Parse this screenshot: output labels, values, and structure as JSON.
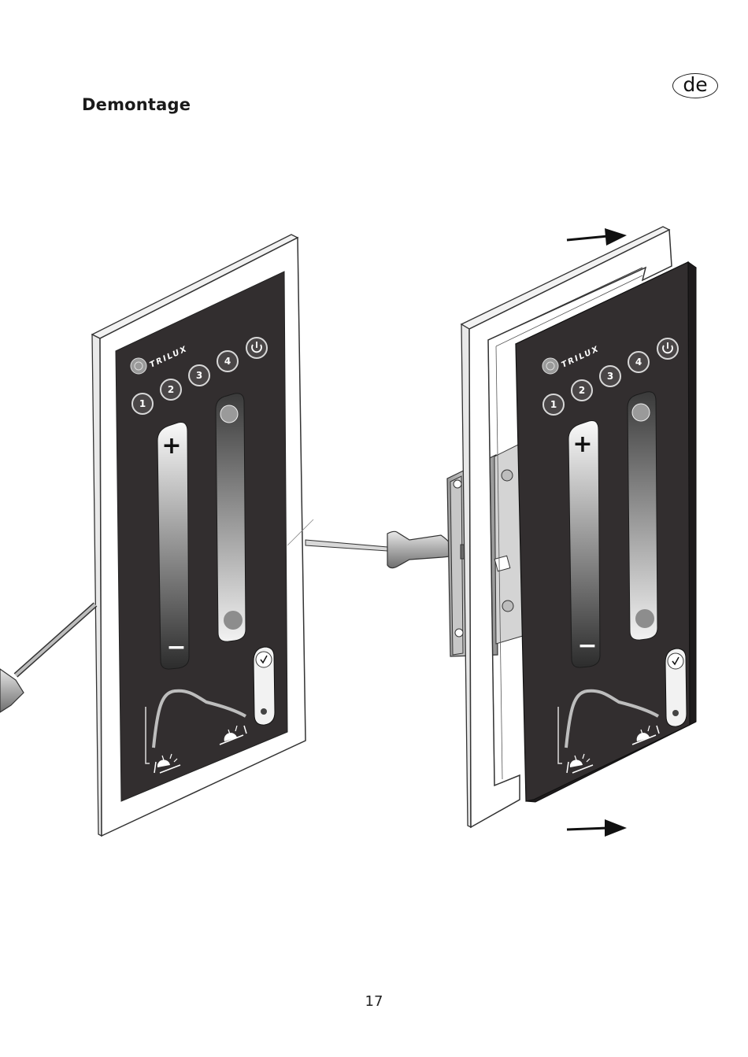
{
  "header": {
    "title": "Demontage",
    "language_badge": "de"
  },
  "illustration": {
    "brand": "TRILUX",
    "scene_buttons": [
      "1",
      "2",
      "3",
      "4"
    ],
    "power_icon": "power-icon",
    "dimmer_plus": "+",
    "dimmer_minus": "−",
    "icons": [
      "screwdriver-icon",
      "arrow-right-icon",
      "clock-icon",
      "sunrise-icon",
      "sunset-icon"
    ]
  },
  "footer": {
    "page_number": "17"
  }
}
